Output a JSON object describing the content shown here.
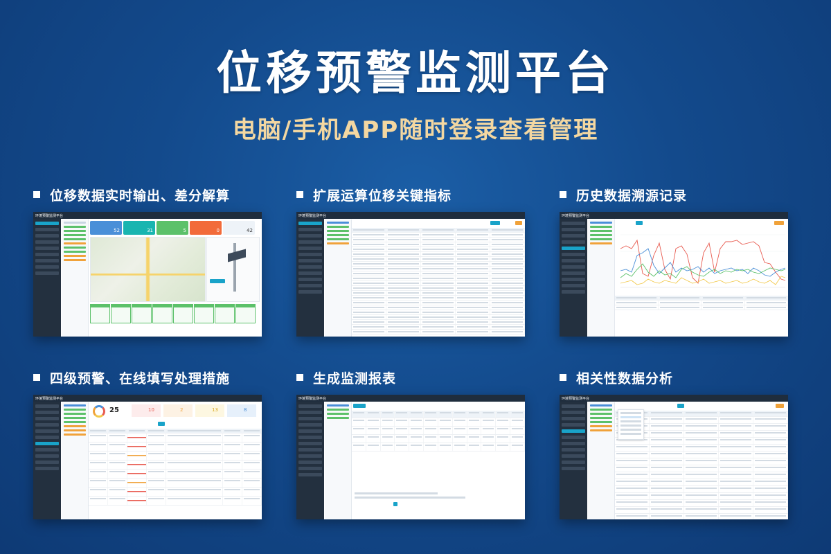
{
  "header": {
    "title": "位移预警监测平台",
    "subtitle": "电脑/手机APP随时登录查看管理"
  },
  "features": [
    {
      "label": "位移数据实时输出、差分解算",
      "app_name": "环境预警监测平台"
    },
    {
      "label": "扩展运算位移关键指标",
      "app_name": "环境预警监测平台"
    },
    {
      "label": "历史数据溯源记录",
      "app_name": "环境预警监测平台"
    },
    {
      "label": "四级预警、在线填写处理措施",
      "app_name": "环境预警监测平台"
    },
    {
      "label": "生成监测报表",
      "app_name": "环境预警监测平台"
    },
    {
      "label": "相关性数据分析",
      "app_name": "环境预警监测平台"
    }
  ],
  "alarm_summary": {
    "total": "25",
    "counts": [
      "10",
      "2",
      "13",
      "8"
    ]
  },
  "stat_cards": [
    "52",
    "31",
    "5",
    "0",
    "42"
  ],
  "colors": {
    "background": "#134a8c",
    "subtitle": "#f3d7a1",
    "accent": "#19a3c9",
    "red": "#e85a4f",
    "orange": "#f0a23a",
    "yellow": "#f2c94c",
    "blue": "#4a8fd8",
    "green": "#5cc16a"
  }
}
